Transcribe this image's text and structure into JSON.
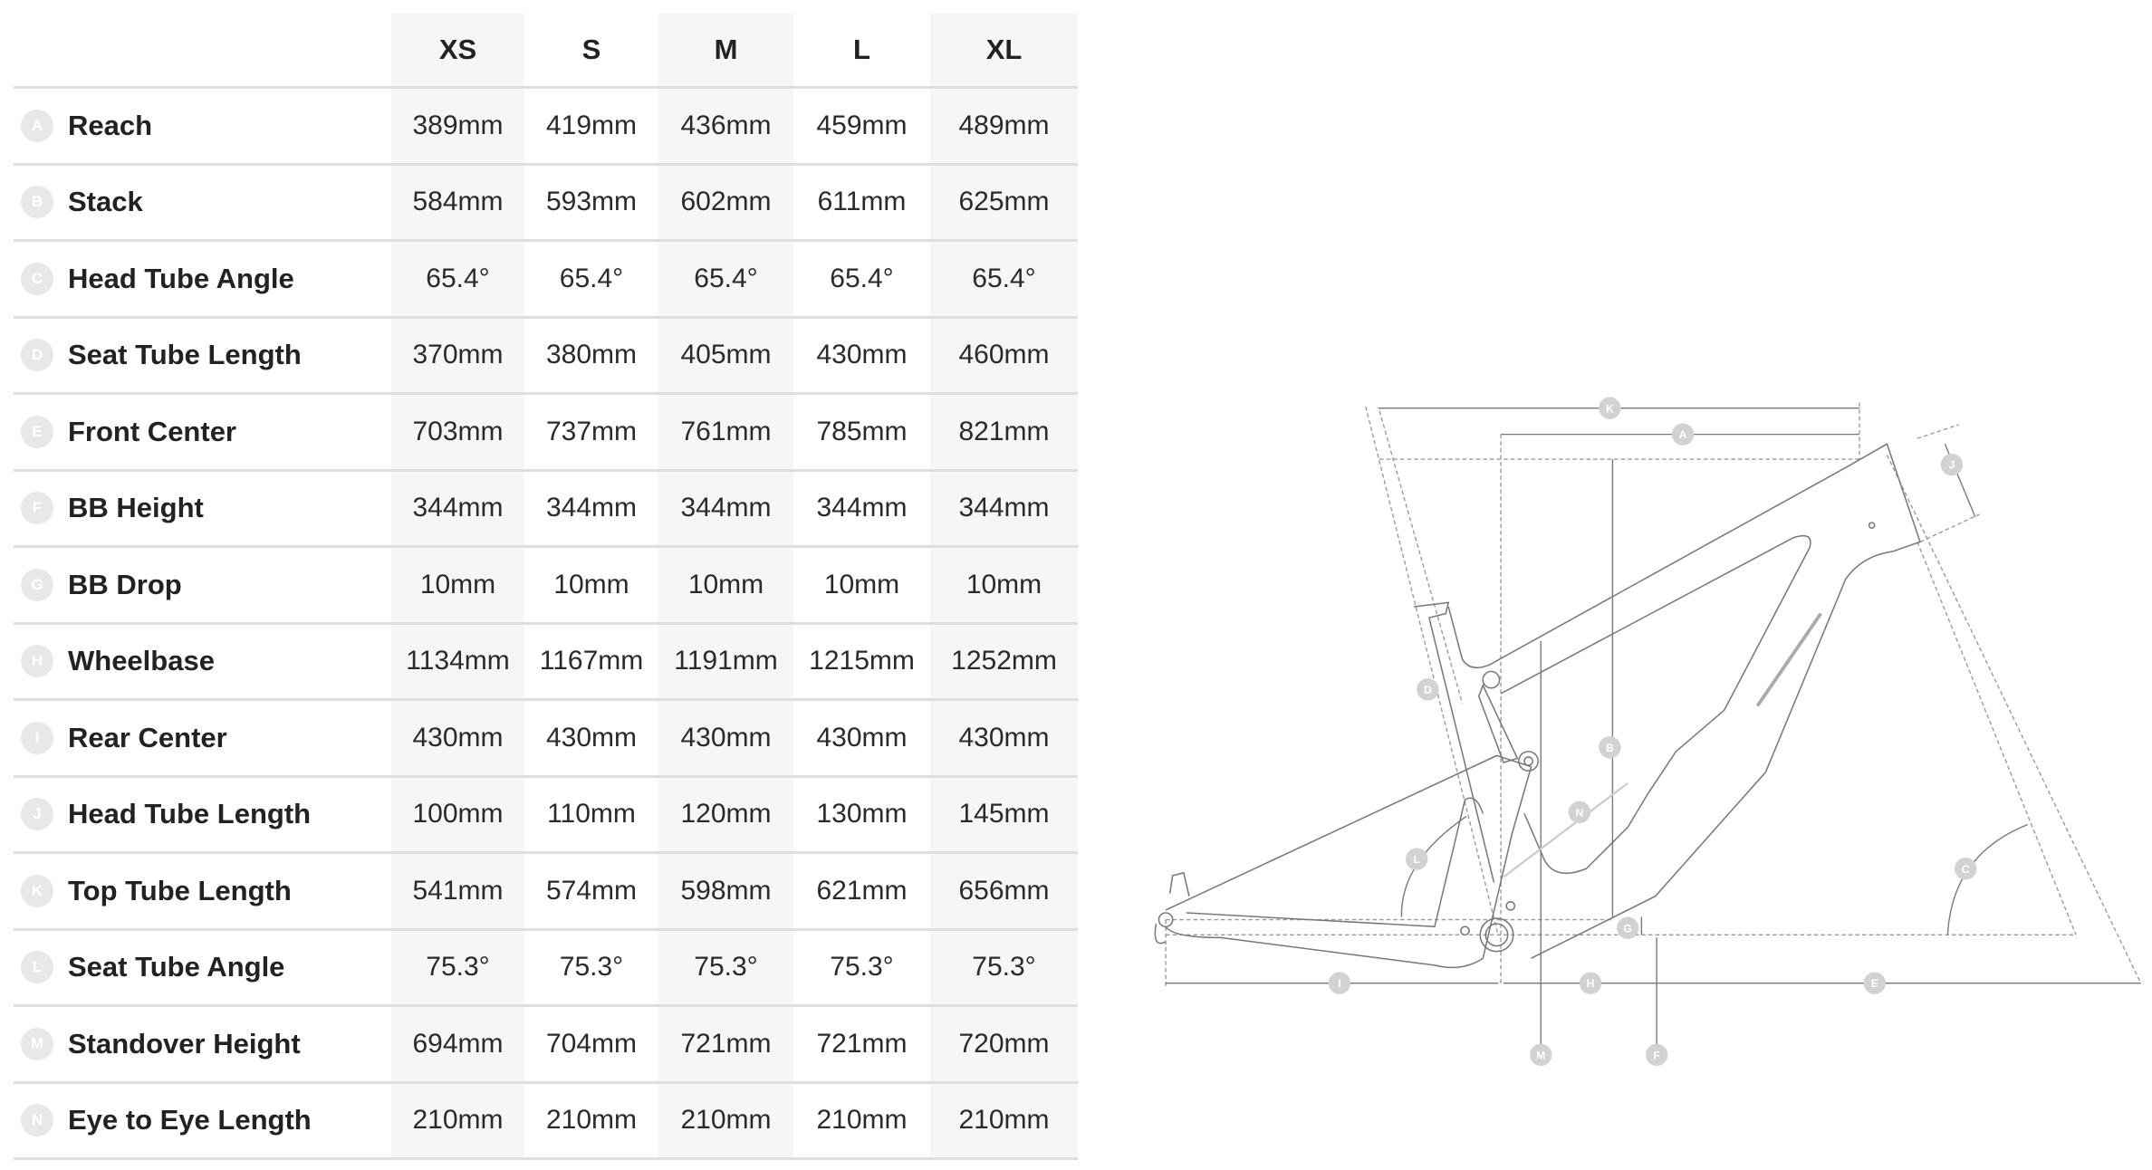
{
  "sizes": [
    "XS",
    "S",
    "M",
    "L",
    "XL"
  ],
  "rows": [
    {
      "letter": "A",
      "label": "Reach",
      "values": [
        "389mm",
        "419mm",
        "436mm",
        "459mm",
        "489mm"
      ]
    },
    {
      "letter": "B",
      "label": "Stack",
      "values": [
        "584mm",
        "593mm",
        "602mm",
        "611mm",
        "625mm"
      ]
    },
    {
      "letter": "C",
      "label": "Head Tube Angle",
      "values": [
        "65.4°",
        "65.4°",
        "65.4°",
        "65.4°",
        "65.4°"
      ]
    },
    {
      "letter": "D",
      "label": "Seat Tube Length",
      "values": [
        "370mm",
        "380mm",
        "405mm",
        "430mm",
        "460mm"
      ]
    },
    {
      "letter": "E",
      "label": "Front Center",
      "values": [
        "703mm",
        "737mm",
        "761mm",
        "785mm",
        "821mm"
      ]
    },
    {
      "letter": "F",
      "label": "BB Height",
      "values": [
        "344mm",
        "344mm",
        "344mm",
        "344mm",
        "344mm"
      ]
    },
    {
      "letter": "G",
      "label": "BB Drop",
      "values": [
        "10mm",
        "10mm",
        "10mm",
        "10mm",
        "10mm"
      ]
    },
    {
      "letter": "H",
      "label": "Wheelbase",
      "values": [
        "1134mm",
        "1167mm",
        "1191mm",
        "1215mm",
        "1252mm"
      ]
    },
    {
      "letter": "I",
      "label": "Rear Center",
      "values": [
        "430mm",
        "430mm",
        "430mm",
        "430mm",
        "430mm"
      ]
    },
    {
      "letter": "J",
      "label": "Head Tube Length",
      "values": [
        "100mm",
        "110mm",
        "120mm",
        "130mm",
        "145mm"
      ]
    },
    {
      "letter": "K",
      "label": "Top Tube Length",
      "values": [
        "541mm",
        "574mm",
        "598mm",
        "621mm",
        "656mm"
      ]
    },
    {
      "letter": "L",
      "label": "Seat Tube Angle",
      "values": [
        "75.3°",
        "75.3°",
        "75.3°",
        "75.3°",
        "75.3°"
      ]
    },
    {
      "letter": "M",
      "label": "Standover Height",
      "values": [
        "694mm",
        "704mm",
        "721mm",
        "721mm",
        "720mm"
      ]
    },
    {
      "letter": "N",
      "label": "Eye to Eye Length",
      "values": [
        "210mm",
        "210mm",
        "210mm",
        "210mm",
        "210mm"
      ]
    }
  ],
  "colors": {
    "shade": "#f6f6f6",
    "badge": "#e8e8e8",
    "diagram_line": "#888888",
    "diagram_badge": "#d2d2d2"
  }
}
